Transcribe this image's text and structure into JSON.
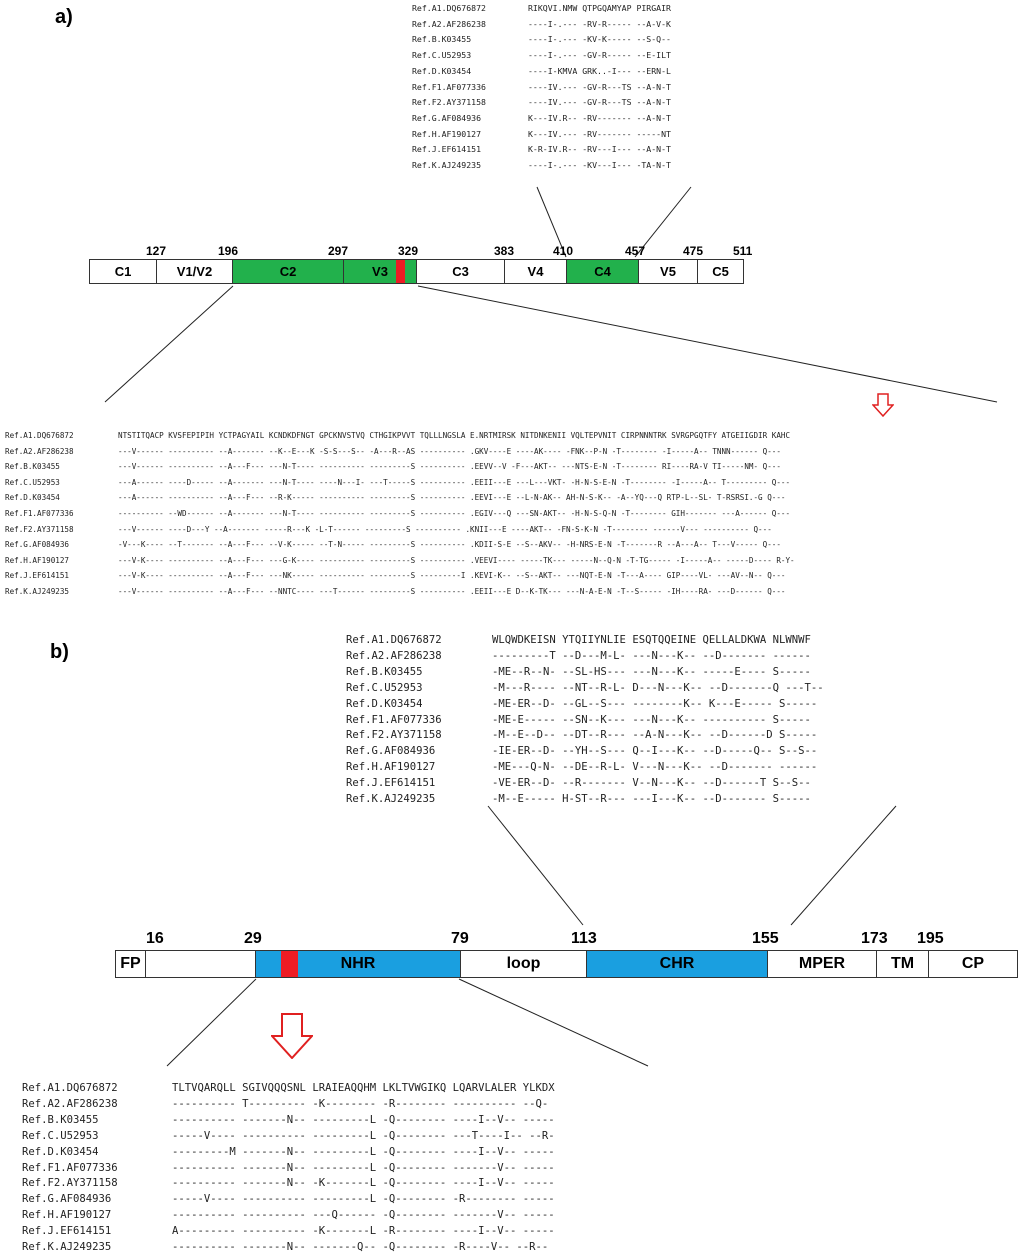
{
  "panel_a": {
    "label": "a)",
    "top_alignment": {
      "rows": [
        [
          "Ref.A1.DQ676872",
          "RIKQVI.NMW QTPGQAMYAP PIRGAIR"
        ],
        [
          "Ref.A2.AF286238",
          "----I-.--- -RV-R----- --A-V-K"
        ],
        [
          "Ref.B.K03455",
          "----I-.--- -KV-K----- --S-Q--"
        ],
        [
          "Ref.C.U52953",
          "----I-.--- -GV-R----- --E-ILT"
        ],
        [
          "Ref.D.K03454",
          "----I-KMVA GRK..-I--- --ERN-L"
        ],
        [
          "Ref.F1.AF077336",
          "----IV.--- -GV-R---TS --A-N-T"
        ],
        [
          "Ref.F2.AY371158",
          "----IV.--- -GV-R---TS --A-N-T"
        ],
        [
          "Ref.G.AF084936",
          "K---IV.R-- -RV------- --A-N-T"
        ],
        [
          "Ref.H.AF190127",
          "K---IV.--- -RV------- -----NT"
        ],
        [
          "Ref.J.EF614151",
          "K-R-IV.R-- -RV---I--- --A-N-T"
        ],
        [
          "Ref.K.AJ249235",
          "----I-.--- -KV---I--- -TA-N-T"
        ]
      ]
    },
    "gp120_bar": {
      "positions": [
        "127",
        "196",
        "297",
        "329",
        "383",
        "410",
        "457",
        "475",
        "511"
      ],
      "segments": [
        "C1",
        "V1/V2",
        "C2",
        "V3",
        "C3",
        "V4",
        "C4",
        "V5",
        "C5"
      ]
    },
    "bottom_alignment": {
      "rows": [
        [
          "Ref.A1.DQ676872",
          "NTSTITQACP KVSFEPIPIH YCTPAGYAIL KCNDKDFNGT GPCKNVSTVQ CTHGIKPVVT TQLLLNGSLA E.NRTMIRSK NITDNKENII VQLTEPVNIT CIRPNNNTRK SVRGPGQTFY ATGEIIGDIR KAHC"
        ],
        [
          "Ref.A2.AF286238",
          "---V------ ---------- --A------- --K--E---K -S-S---S-- -A---R--AS ---------- .GKV----E ----AK---- -FNK--P-N -T-------- -I-----A-- TNNN------ Q---"
        ],
        [
          "Ref.B.K03455",
          "---V------ ---------- --A---F--- ---N-T---- ---------- ---------S ---------- .EEVV--V -F---AKT-- ---NTS-E-N -T-------- RI----RA-V TI-----NM- Q---"
        ],
        [
          "Ref.C.U52953",
          "---A------ ----D----- --A------- ---N-T---- ----N---I- ---T-----S ---------- .EEII---E ---L---VKT- -H-N-S-E-N -T-------- -I-----A-- T--------- Q---"
        ],
        [
          "Ref.D.K03454",
          "---A------ ---------- --A---F--- --R-K----- ---------- ---------S ---------- .EEVI---E --L-N-AK-- AH-N-S-K-- -A--YQ---Q RTP-L--SL- T-RSRSI.-G Q---"
        ],
        [
          "Ref.F1.AF077336",
          "---------- --WD------ --A------- ---N-T---- ---------- ---------S ---------- .EGIV---Q ---SN-AKT-- -H-N-S-Q-N -T-------- GIH------- ---A------ Q---"
        ],
        [
          "Ref.F2.AY371158",
          "---V------ ----D---Y --A------- -----R---K -L-T------ ---------S ---------- .KNII---E ----AKT-- -FN-S-K-N -T-------- ------V--- ---------- Q---"
        ],
        [
          "Ref.G.AF084936",
          "-V---K---- --T------- --A---F--- --V-K----- --T-N----- ---------S ---------- .KDII-S-E --S--AKV-- -H-NRS-E-N -T-------R --A---A-- T---V----- Q---"
        ],
        [
          "Ref.H.AF190127",
          "---V-K---- ---------- --A---F--- ---G-K---- ---------- ---------S ---------- .VEEVI---- -----TK--- -----N--Q-N -T-TG----- -I-----A-- -----D---- R-Y-"
        ],
        [
          "Ref.J.EF614151",
          "---V-K---- ---------- --A---F--- ---NK----- ---------- ---------S ---------I .KEVI-K-- --S--AKT-- ---NQT-E-N -T---A---- GIP----VL- ---AV--N-- Q---"
        ],
        [
          "Ref.K.AJ249235",
          "---V------ ---------- --A---F--- --NNTC---- ---T------ ---------S ---------- .EEII---E D--K-TK--- ---N-A-E-N -T--S----- -IH----RA- ---D------ Q---"
        ]
      ]
    }
  },
  "panel_b": {
    "label": "b)",
    "top_alignment": {
      "rows": [
        [
          "Ref.A1.DQ676872",
          "WLQWDKEISN YTQIIYNLIE ESQTQQEINE QELLALDKWA NLWNWF"
        ],
        [
          "Ref.A2.AF286238",
          "---------T --D---M-L- ---N---K-- --D------- ------"
        ],
        [
          "Ref.B.K03455",
          "-ME--R--N- --SL-HS--- ---N---K-- -----E---- S-----"
        ],
        [
          "Ref.C.U52953",
          "-M---R---- --NT--R-L- D---N---K-- --D-------Q ---T--"
        ],
        [
          "Ref.D.K03454",
          "-ME-ER--D- --GL--S--- --------K-- K---E----- S-----"
        ],
        [
          "Ref.F1.AF077336",
          "-ME-E----- --SN--K--- ---N---K-- ---------- S-----"
        ],
        [
          "Ref.F2.AY371158",
          "-M--E--D-- --DT--R--- --A-N---K-- --D------D S-----"
        ],
        [
          "Ref.G.AF084936",
          "-IE-ER--D- --YH--S--- Q--I---K-- --D-----Q-- S--S--"
        ],
        [
          "Ref.H.AF190127",
          "-ME---Q-N- --DE--R-L- V---N---K-- --D------- ------"
        ],
        [
          "Ref.J.EF614151",
          "-VE-ER--D- --R------- V--N---K-- --D------T S--S--"
        ],
        [
          "Ref.K.AJ249235",
          "-M--E----- H-ST--R--- ---I---K-- --D------- S-----"
        ]
      ]
    },
    "gp41_bar": {
      "positions": [
        "16",
        "29",
        "79",
        "113",
        "155",
        "173",
        "195"
      ],
      "segments": [
        "FP",
        "",
        "NHR",
        "loop",
        "CHR",
        "MPER",
        "TM",
        "CP"
      ]
    },
    "bottom_alignment": {
      "rows": [
        [
          "Ref.A1.DQ676872",
          "TLTVQARQLL SGIVQQQSNL LRAIEAQQHM LKLTVWGIKQ LQARVLALER YLKDX"
        ],
        [
          "Ref.A2.AF286238",
          "---------- T--------- -K-------- -R-------- ---------- --Q-"
        ],
        [
          "Ref.B.K03455",
          "---------- -------N-- ---------L -Q-------- ----I--V-- -----"
        ],
        [
          "Ref.C.U52953",
          "-----V---- ---------- ---------L -Q-------- ---T----I-- --R-"
        ],
        [
          "Ref.D.K03454",
          "---------M -------N-- ---------L -Q-------- ----I--V-- -----"
        ],
        [
          "Ref.F1.AF077336",
          "---------- -------N-- ---------L -Q-------- -------V-- -----"
        ],
        [
          "Ref.F2.AY371158",
          "---------- -------N-- -K-------L -Q-------- ----I--V-- -----"
        ],
        [
          "Ref.G.AF084936",
          "-----V---- ---------- ---------L -Q-------- -R-------- -----"
        ],
        [
          "Ref.H.AF190127",
          "---------- ---------- ---Q------ -Q-------- -------V-- -----"
        ],
        [
          "Ref.J.EF614151",
          "A--------- ---------- -K-------L -R-------- ----I--V-- -----"
        ],
        [
          "Ref.K.AJ249235",
          "---------- -------N-- -------Q-- -Q-------- -R----V-- --R--"
        ]
      ]
    }
  },
  "colors": {
    "conserved_green": "#22b14c",
    "helix_blue": "#1a9fe0",
    "highlight_red": "#ee1c24",
    "arrow_outline_red": "#e02020"
  },
  "icons": [
    "down-arrow-icon"
  ]
}
